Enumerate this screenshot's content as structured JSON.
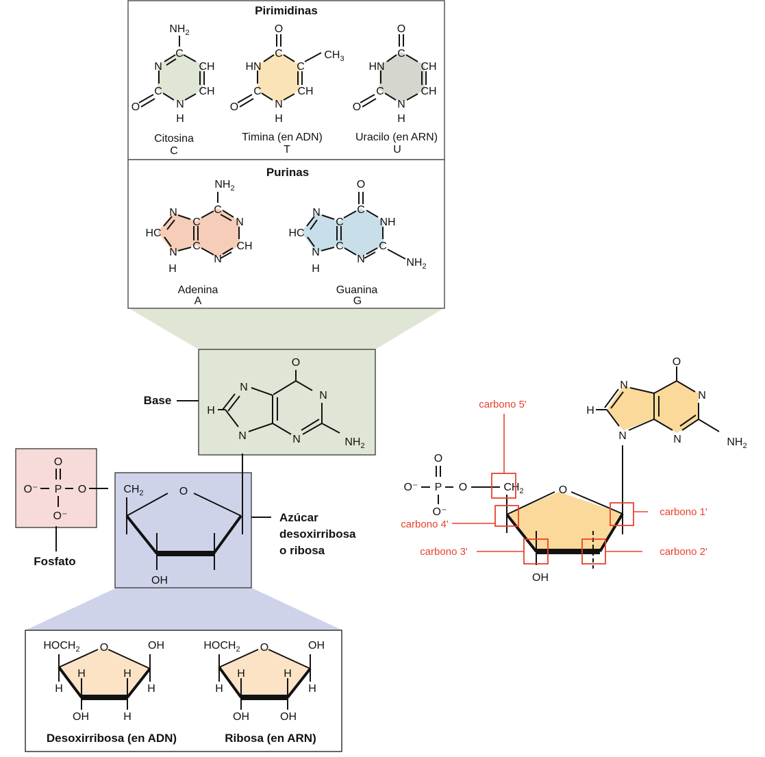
{
  "colors": {
    "cytosine_fill": "#dfe6d5",
    "thymine_fill": "#fbe3b8",
    "uracil_fill": "#d5d6cd",
    "adenine_fill": "#f5cdb8",
    "guanine_fill": "#c8dfe9",
    "base_box_fill": "#e0e6d5",
    "phosphate_box_fill": "#f6dbd9",
    "sugar_box_fill": "#cfd3ea",
    "sugar_detail_fill": "#fce3c6",
    "nucleotide_fill": "#fbd99a",
    "annotation_red": "#e8412c"
  },
  "pyrimidines": {
    "title": "Pirimidinas",
    "items": [
      {
        "name": "Citosina",
        "letter": "C"
      },
      {
        "name": "Timina (en ADN)",
        "letter": "T"
      },
      {
        "name": "Uracilo (en ARN)",
        "letter": "U"
      }
    ]
  },
  "purines": {
    "title": "Purinas",
    "items": [
      {
        "name": "Adenina",
        "letter": "A"
      },
      {
        "name": "Guanina",
        "letter": "G"
      }
    ]
  },
  "atoms": {
    "NH2": "NH",
    "sub2": "2",
    "CH3": "CH",
    "sub3": "3",
    "O": "O",
    "N": "N",
    "C": "C",
    "CH": "CH",
    "HN": "HN",
    "H": "H",
    "HC": "HC",
    "NH": "NH",
    "OH": "OH",
    "P": "P",
    "Ominus": "O⁻",
    "CH2": "CH",
    "HOCH2": "HOCH"
  },
  "labels": {
    "base": "Base",
    "phosphate": "Fosfato",
    "sugar_line1": "Azúcar",
    "sugar_line2": "desoxirribosa",
    "sugar_line3": "o ribosa",
    "deoxyribose": "Desoxirribosa (en ADN)",
    "ribose": "Ribosa (en ARN)"
  },
  "carbons": {
    "c5": "carbono 5'",
    "c4": "carbono 4'",
    "c3": "carbono 3'",
    "c2": "carbono 2'",
    "c1": "carbono 1'"
  }
}
